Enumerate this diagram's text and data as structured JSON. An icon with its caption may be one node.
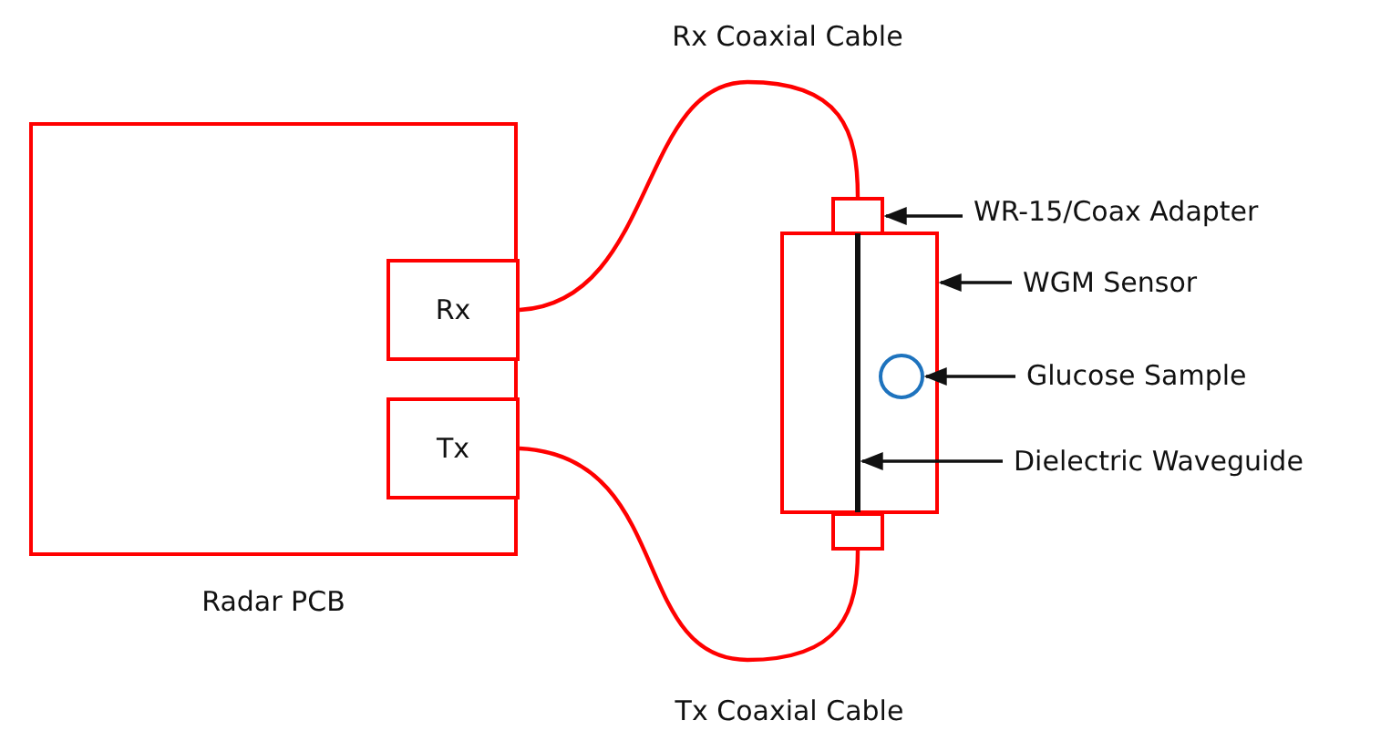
{
  "diagram": {
    "nodes": [
      {
        "text": [
          "Radar PCB"
        ]
      },
      {
        "text": [
          "Rx"
        ],
        "in": 0
      },
      {
        "text": [
          "Tx"
        ],
        "in": 0
      },
      {
        "text": [],
        "shape": "box"
      },
      {
        "text": [],
        "shape": "box"
      },
      {
        "text": [],
        "shape": "box"
      },
      {
        "text": [],
        "shape": "bar",
        "in": 4
      },
      {
        "text": [],
        "shape": "circle",
        "in": 4
      },
      {
        "text": [
          "WR-15/Coax Adapter"
        ]
      },
      {
        "text": [
          "WGM Sensor"
        ]
      },
      {
        "text": [
          "Glucose Sample"
        ]
      },
      {
        "text": [
          "Dielectric Waveguide"
        ]
      }
    ],
    "edges": [
      {
        "from": 1,
        "to": 3,
        "arrow": "none",
        "label": "Rx Coaxial Cable",
        "color": "#ff0000"
      },
      {
        "from": 2,
        "to": 5,
        "arrow": "none",
        "label": "Tx Coaxial Cable",
        "color": "#ff0000"
      },
      {
        "from": 8,
        "to": 3,
        "arrow": "to"
      },
      {
        "from": 9,
        "to": 4,
        "arrow": "to"
      },
      {
        "from": 10,
        "to": 7,
        "arrow": "to"
      },
      {
        "from": 11,
        "to": 6,
        "arrow": "to"
      }
    ]
  }
}
